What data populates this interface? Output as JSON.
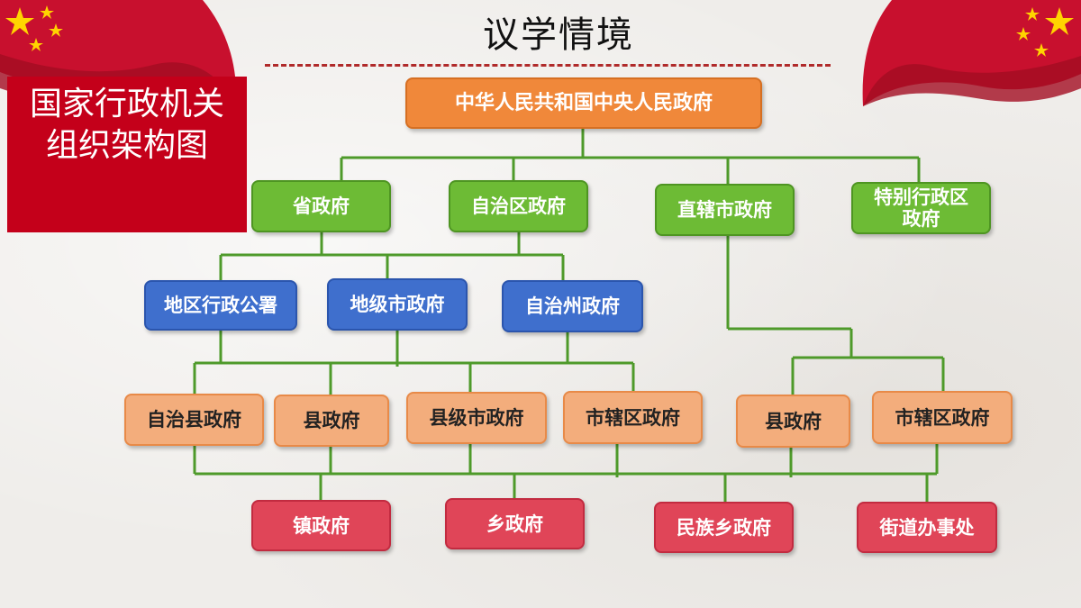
{
  "title": "议学情境",
  "side_panel": {
    "line1": "国家行政机关",
    "line2": "组织架构图"
  },
  "nodes": {
    "central": "中华人民共和国中央人民政府",
    "province": "省政府",
    "autonomous_region": "自治区政府",
    "municipality": "直辖市政府",
    "sar": "特别行政区政府",
    "prefecture_office": "地区行政公署",
    "prefecture_city": "地级市政府",
    "autonomous_prefecture": "自治州政府",
    "autonomous_county": "自治县政府",
    "county": "县政府",
    "county_city": "县级市政府",
    "city_district": "市辖区政府",
    "county_2": "县政府",
    "city_district_2": "市辖区政府",
    "town": "镇政府",
    "township": "乡政府",
    "ethnic_township": "民族乡政府",
    "subdistrict": "街道办事处"
  },
  "colors": {
    "accent_red": "#c4001a",
    "line_green": "#4e9a2a",
    "level1": "#f0883a",
    "level2": "#6dbb35",
    "level3": "#3f6fcd",
    "level4": "#f3ad7c",
    "level5": "#e04558"
  }
}
